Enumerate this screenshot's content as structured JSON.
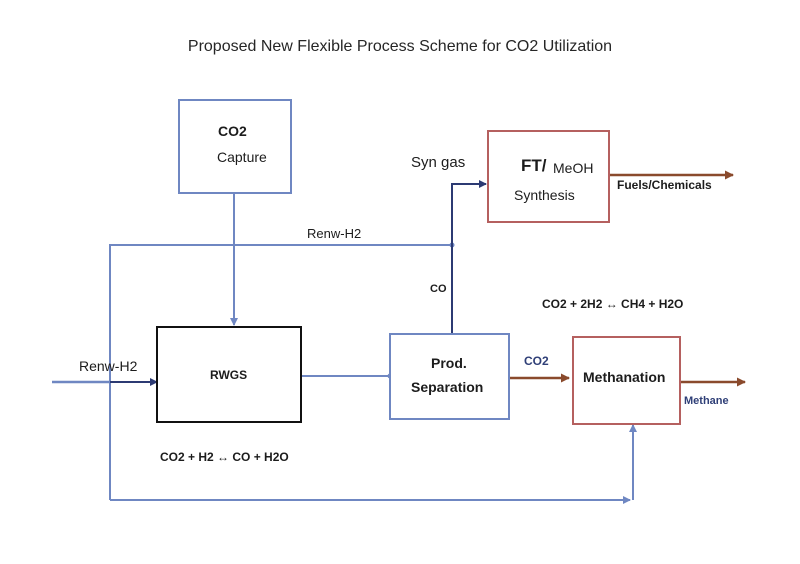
{
  "title": "Proposed New Flexible Process Scheme for CO2 Utilization",
  "colors": {
    "blue_line": "#6f87c2",
    "navy_line": "#2c3a73",
    "brown_line": "#8a4a2c",
    "red_box": "#b5605f",
    "black_box": "#111111"
  },
  "nodes": {
    "co2_capture": {
      "line1": "CO2",
      "line2": "Capture"
    },
    "rwgs": {
      "label": "RWGS"
    },
    "prod_separation": {
      "line1": "Prod.",
      "line2": "Separation"
    },
    "ft_meoh": {
      "line1a": "FT/",
      "line1b": "MeOH",
      "line2": "Synthesis"
    },
    "methanation": {
      "label": "Methanation"
    }
  },
  "streams": {
    "renw_h2_top": "Renw-H2",
    "renw_h2_left": "Renw-H2",
    "syn_gas": "Syn gas",
    "co": "CO",
    "co2": "CO2",
    "fuels_chemicals": "Fuels/Chemicals",
    "methane": "Methane"
  },
  "equations": {
    "rwgs": "CO2 + H2  ↔ CO + H2O",
    "methanation": "CO2 + 2H2  ↔ CH4 + H2O"
  }
}
